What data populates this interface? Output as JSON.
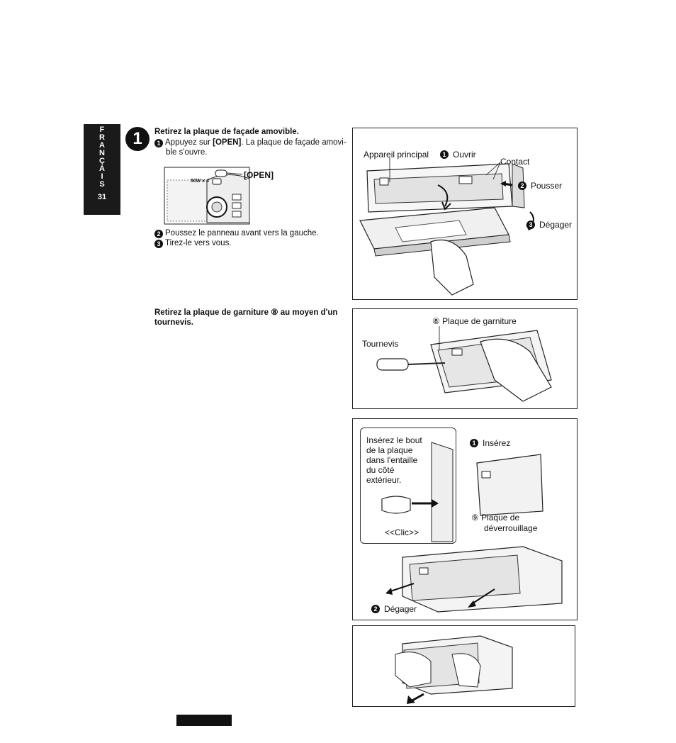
{
  "sidebar": {
    "letters": [
      "F",
      "R",
      "A",
      "N",
      "Ç",
      "A",
      "I",
      "S"
    ],
    "page_number": "31"
  },
  "step1": {
    "number": "1",
    "title": "Retirez la plaque de façade amovible.",
    "items": [
      {
        "num": "1",
        "text_prefix": "Appuyez sur ",
        "text_bold": "[OPEN]",
        "text_suffix": ". La plaque de façade amovi-",
        "text_line2": "ble s'ouvre."
      },
      {
        "num": "2",
        "text": "Poussez le panneau avant vers la gauche."
      },
      {
        "num": "3",
        "text": "Tirez-le vers vous."
      }
    ],
    "open_label": "[OPEN]",
    "faceplate_text": "50W x 4"
  },
  "step2": {
    "title_line1": "Retirez la plaque de garniture ⑧ au moyen d'un",
    "title_line2": "tournevis."
  },
  "panel1": {
    "label_main_unit": "Appareil principal",
    "label_open_num": "1",
    "label_open": "Ouvrir",
    "label_contact": "Contact",
    "label_push_num": "2",
    "label_push": "Pousser",
    "label_release_num": "3",
    "label_release": "Dégager"
  },
  "panel2": {
    "label_trim": "⑧ Plaque de garniture",
    "label_screwdriver": "Tournevis"
  },
  "panel3": {
    "inset_text": [
      "Insérez le bout",
      "de la plaque",
      "dans l'entaille",
      "du côté",
      "extérieur."
    ],
    "click_label": "<<Clic>>",
    "insert_num": "1",
    "insert_label": "Insérez",
    "release_plate_line1": "⑨ Plaque de",
    "release_plate_line2": "déverrouillage",
    "disengage_num": "2",
    "disengage_label": "Dégager"
  }
}
